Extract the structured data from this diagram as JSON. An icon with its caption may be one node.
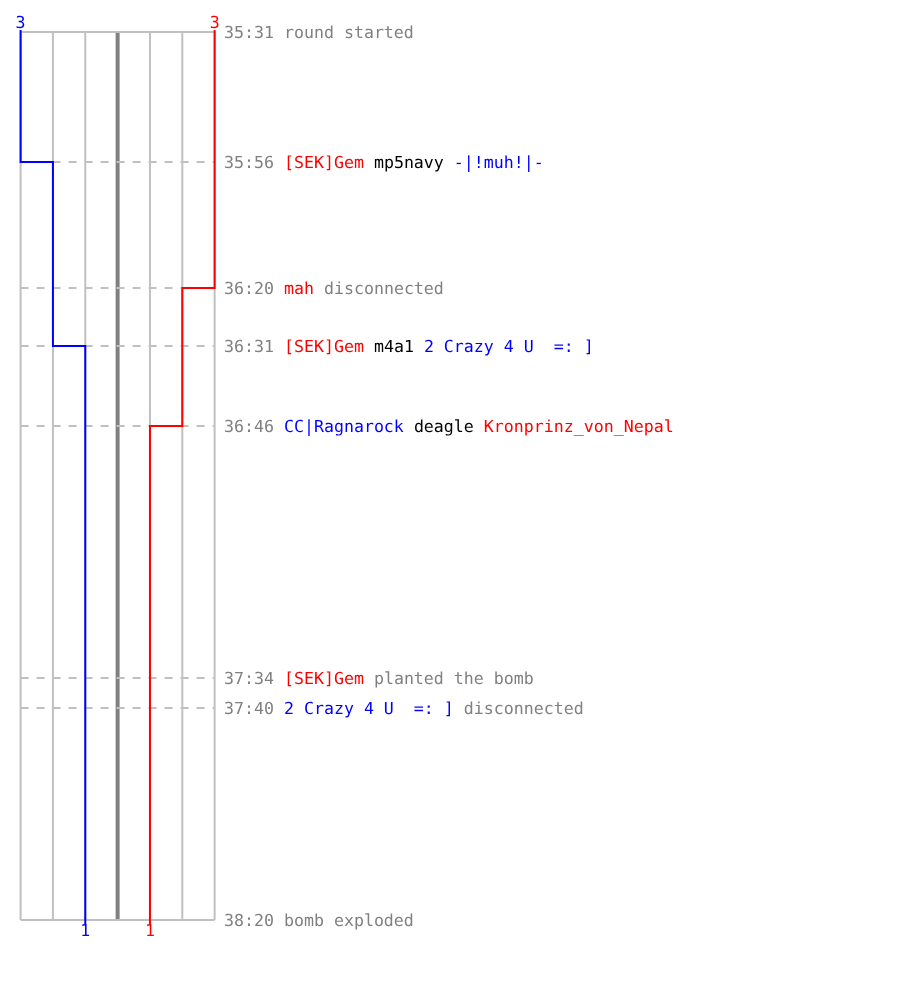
{
  "diagram": {
    "labels": [
      "3",
      "3",
      "35:31",
      "round started",
      "35:56",
      "[SEK]Gem",
      "mp5navy",
      "-|!muh!|-",
      "36:20",
      "mah",
      "disconnected",
      "36:31",
      "[SEK]Gem",
      "m4a1",
      "2 Crazy 4 U  =: ]",
      "36:46",
      "CC|Ragnarock",
      "deagle",
      "Kronprinz_von_Nepal",
      "37:34",
      "[SEK]Gem",
      "planted the bomb",
      "37:40",
      "2 Crazy 4 U  =: ]",
      "disconnected",
      "38:20",
      "bomb exploded",
      "1",
      "1"
    ]
  }
}
